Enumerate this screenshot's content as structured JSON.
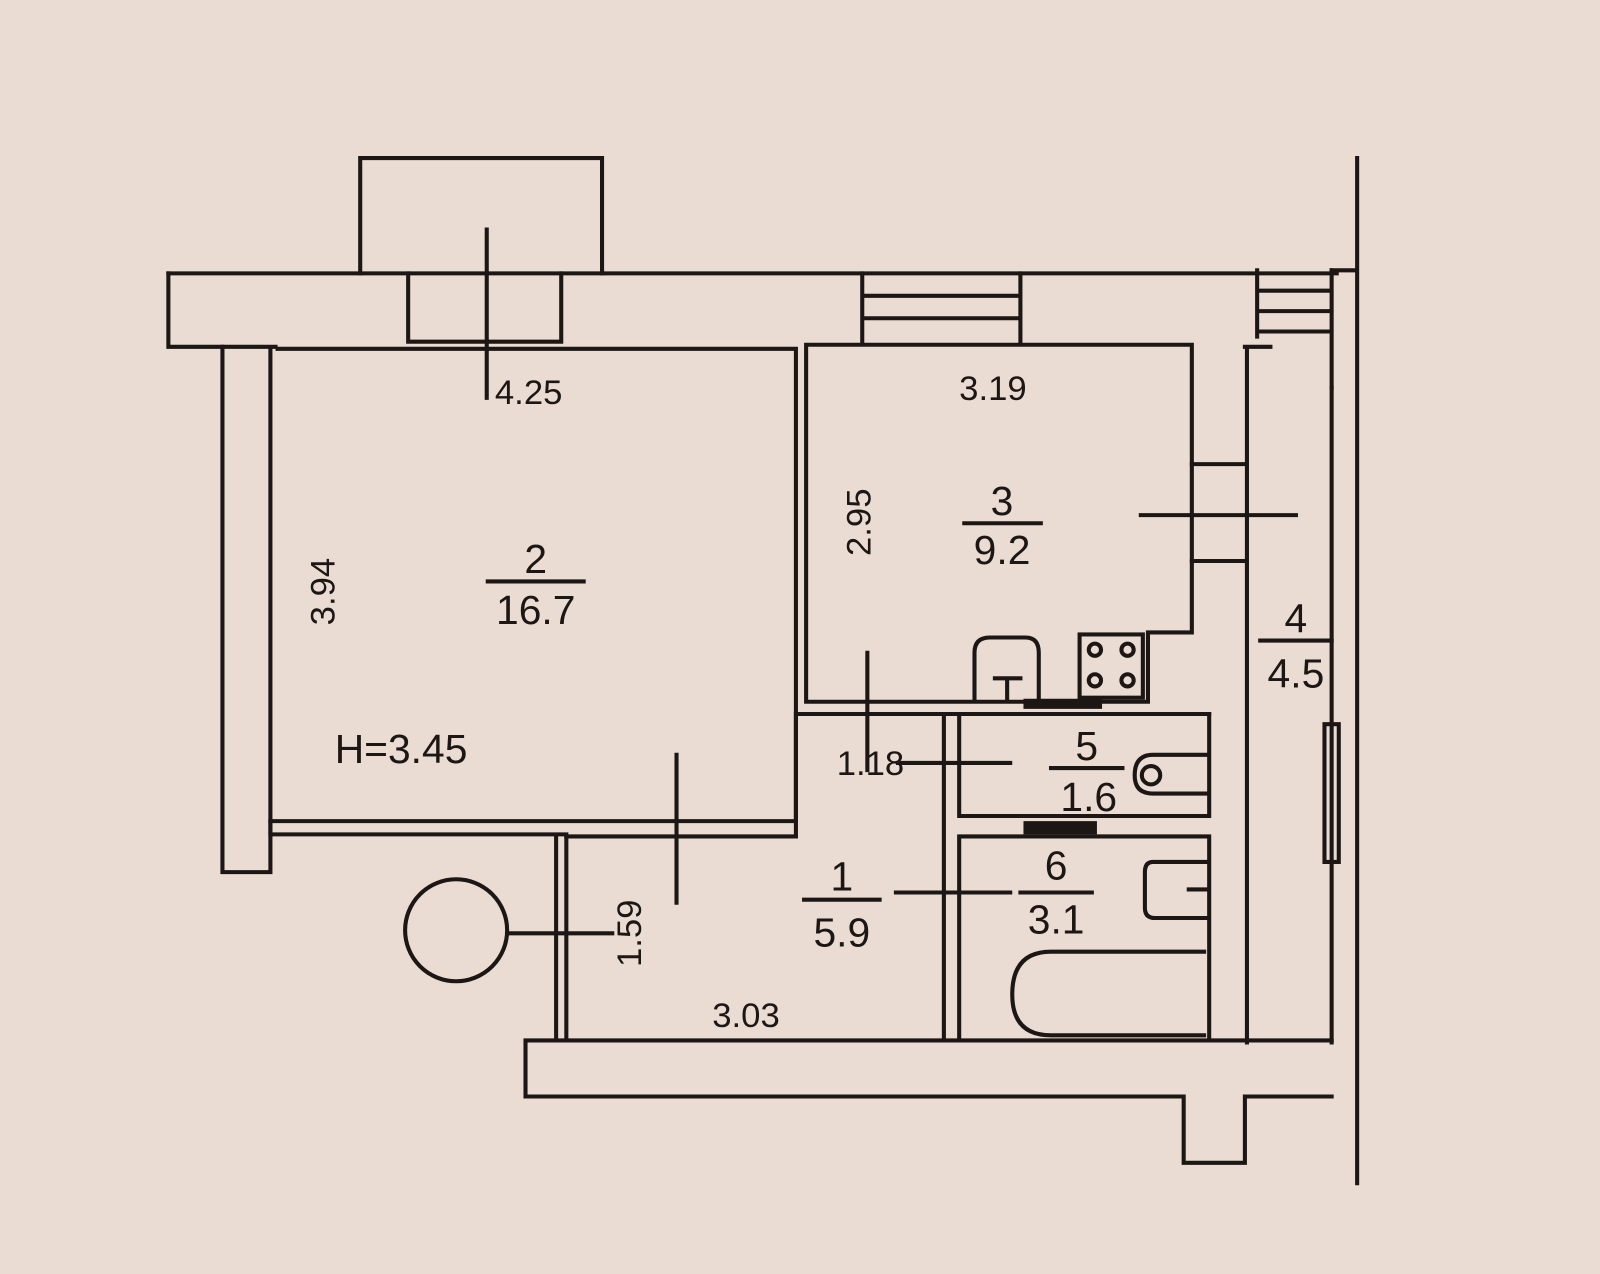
{
  "plan": {
    "height_label": "H=3.45",
    "rooms": [
      {
        "number": "1",
        "area": "5.9"
      },
      {
        "number": "2",
        "area": "16.7"
      },
      {
        "number": "3",
        "area": "9.2"
      },
      {
        "number": "4",
        "area": "4.5"
      },
      {
        "number": "5",
        "area": "1.6"
      },
      {
        "number": "6",
        "area": "3.1"
      }
    ],
    "dimensions": {
      "room2_width": "4.25",
      "room2_depth": "3.94",
      "room3_width": "3.19",
      "room3_depth": "2.95",
      "room1_width": "3.03",
      "room1_depth": "1.59",
      "room1_passage": "1.18"
    },
    "colors": {
      "paper": "#eadcd3",
      "ink": "#1c1714"
    }
  }
}
